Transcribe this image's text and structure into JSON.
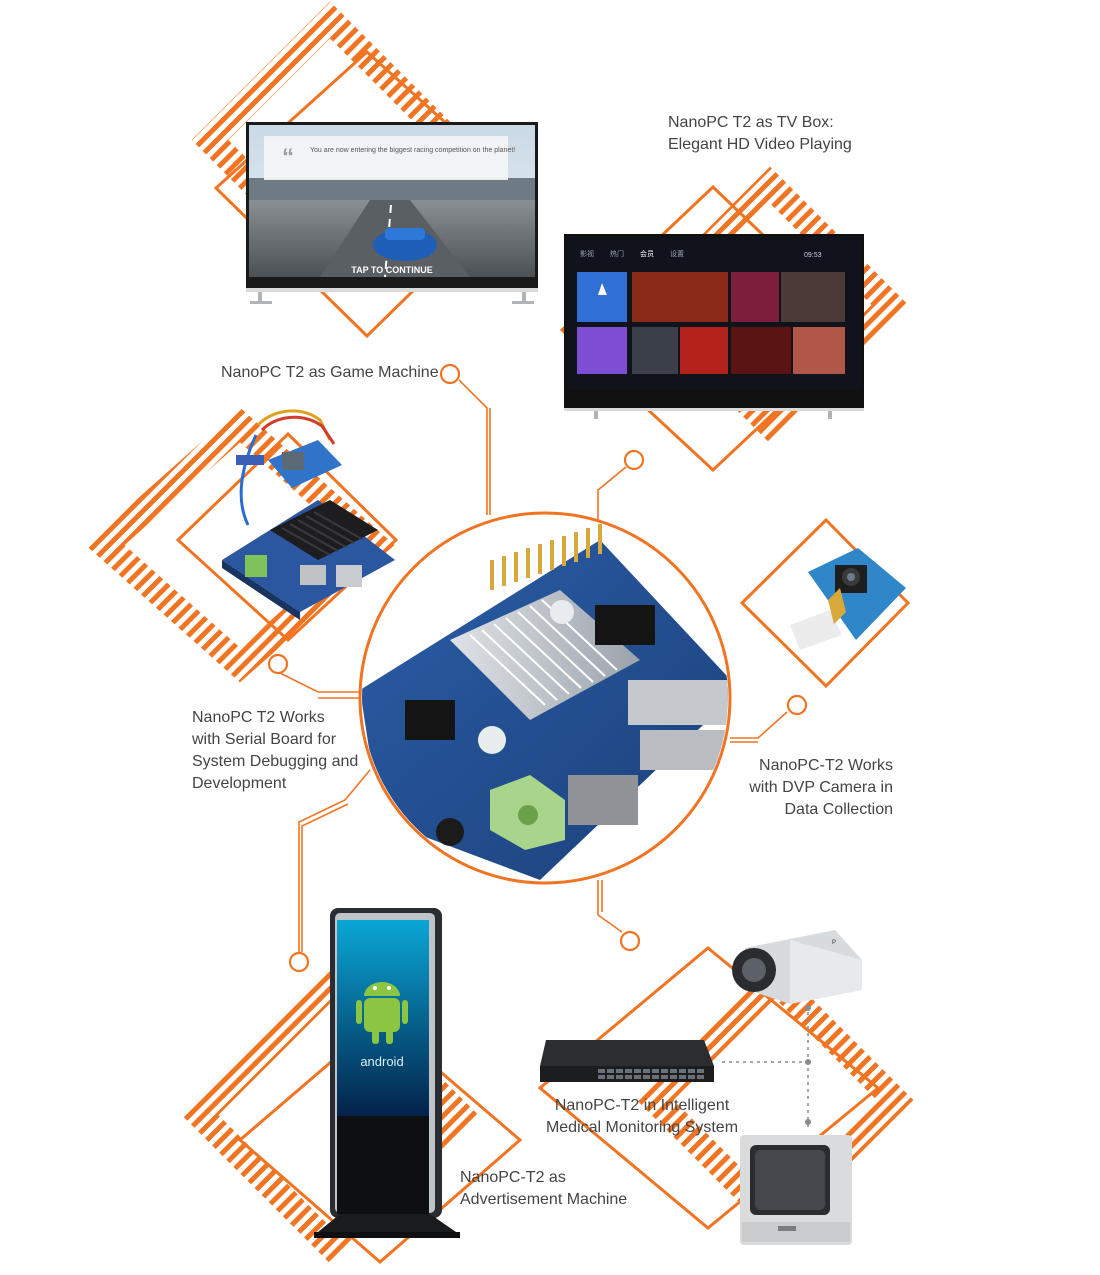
{
  "labels": {
    "tv_box": {
      "line1": "NanoPC T2 as TV Box:",
      "line2": "Elegant HD Video Playing"
    },
    "game": {
      "line1": "NanoPC T2 as Game Machine"
    },
    "serial": {
      "line1": "NanoPC T2 Works",
      "line2": "with Serial Board for",
      "line3": "System Debugging and",
      "line4": "Development"
    },
    "camera": {
      "line1": "NanoPC-T2 Works",
      "line2": "with DVP Camera in",
      "line3": "Data Collection"
    },
    "medical": {
      "line1": "NanoPC-T2 in Intelligent",
      "line2": "Medical Monitoring System"
    },
    "advert": {
      "line1": "NanoPC-T2 as",
      "line2": "Advertisement Machine"
    }
  },
  "screens": {
    "game_banner": "You are now entering the biggest racing competition on the planet!",
    "game_prompt": "TAP TO CONTINUE",
    "tv_tabs": [
      "影视",
      "热门",
      "会员",
      "设置"
    ],
    "tv_clock": "09:53",
    "kiosk_brand": "android"
  },
  "colors": {
    "accent": "#f07422",
    "text": "#444444",
    "line": "#f07422"
  }
}
